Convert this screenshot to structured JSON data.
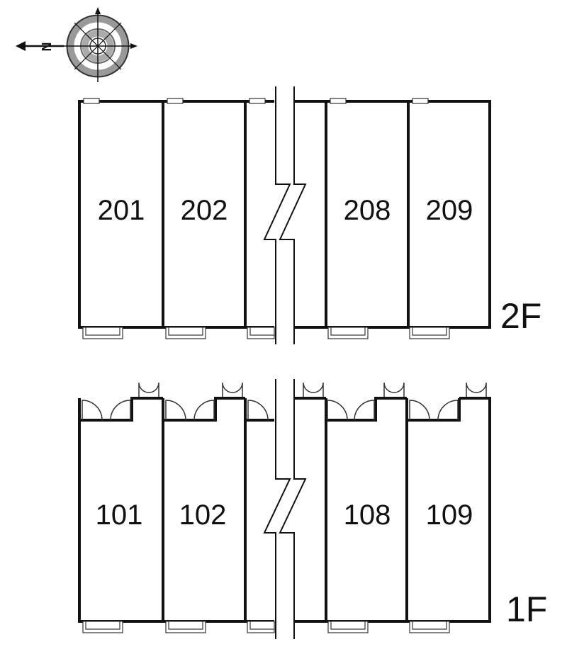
{
  "compass": {
    "letter": "N"
  },
  "floors": [
    {
      "label": "2F",
      "rooms": [
        "201",
        "202",
        "208",
        "209"
      ]
    },
    {
      "label": "1F",
      "rooms": [
        "101",
        "102",
        "108",
        "109"
      ]
    }
  ]
}
